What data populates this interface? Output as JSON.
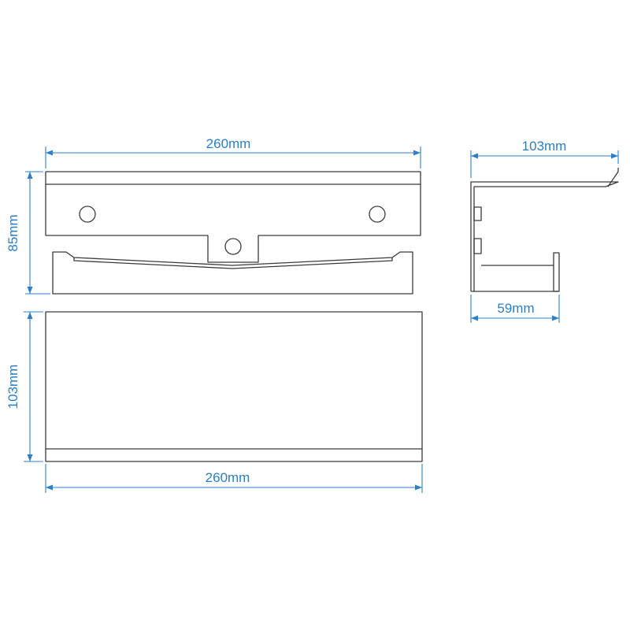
{
  "colors": {
    "dimension": "#2f7fc8",
    "outline": "#3a3a3a",
    "background": "#ffffff"
  },
  "dimensions": {
    "front_width": "260mm",
    "front_height": "85mm",
    "top_depth": "103mm",
    "top_width": "260mm",
    "side_depth": "103mm",
    "side_bottom": "59mm"
  }
}
